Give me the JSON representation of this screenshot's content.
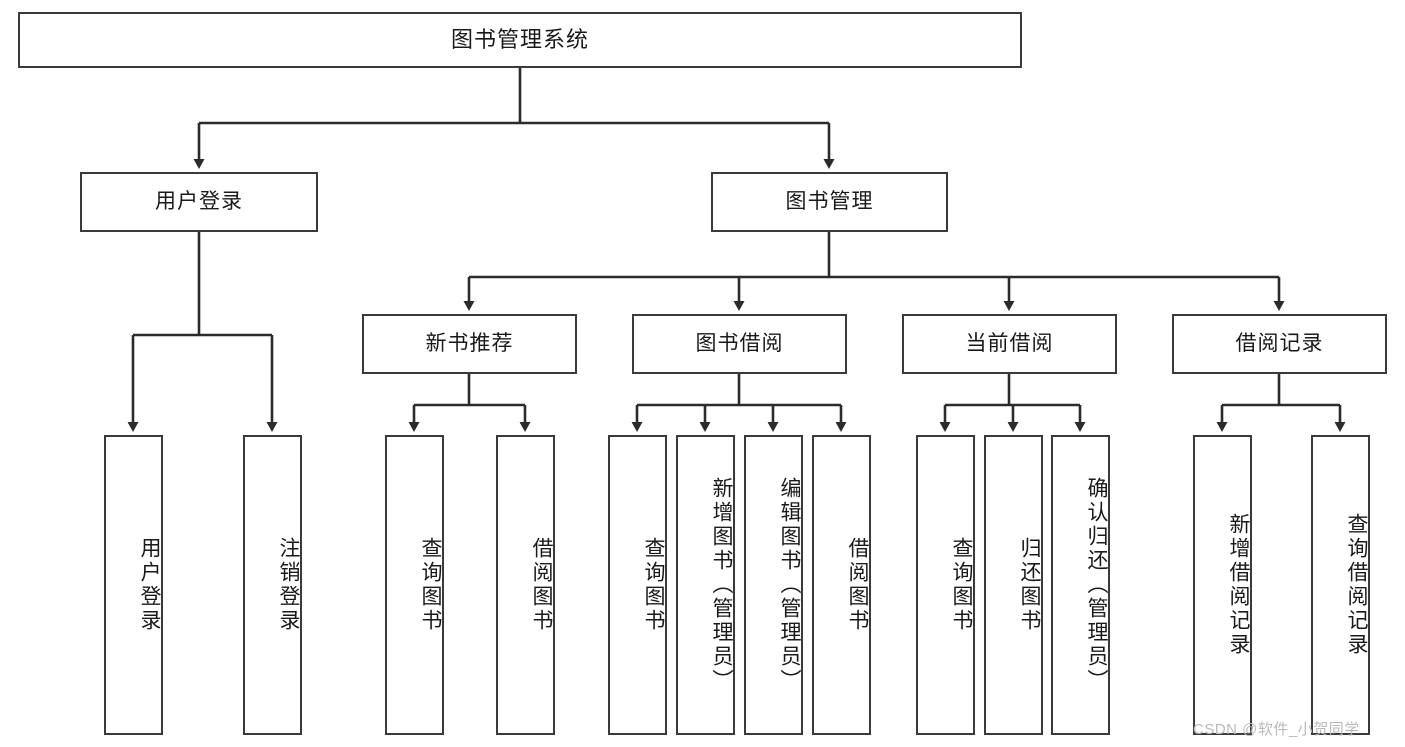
{
  "diagram": {
    "type": "tree-hierarchy",
    "title": "图书管理系统",
    "theme": {
      "background": "#ffffff",
      "box_border": "#3a3a3a",
      "box_fill": "#ffffff",
      "text": "#1a1a1a",
      "connector": "#2b2b2b",
      "watermark": "#b9b9b9"
    },
    "root": {
      "label": "图书管理系统"
    },
    "level1": [
      {
        "label": "用户登录"
      },
      {
        "label": "图书管理"
      }
    ],
    "level2": [
      {
        "label": "新书推荐"
      },
      {
        "label": "图书借阅"
      },
      {
        "label": "当前借阅"
      },
      {
        "label": "借阅记录"
      }
    ],
    "leaves": {
      "user_login": [
        {
          "label": "用户登录"
        },
        {
          "label": "注销登录"
        }
      ],
      "new_books": [
        {
          "label": "查询图书"
        },
        {
          "label": "借阅图书"
        }
      ],
      "book_borrow": [
        {
          "label": "查询图书"
        },
        {
          "label": "新增图书（管理员）"
        },
        {
          "label": "编辑图书（管理员）"
        },
        {
          "label": "借阅图书"
        }
      ],
      "current_borrow": [
        {
          "label": "查询图书"
        },
        {
          "label": "归还图书"
        },
        {
          "label": "确认归还（管理员）"
        }
      ],
      "borrow_records": [
        {
          "label": "新增借阅记录"
        },
        {
          "label": "查询借阅记录"
        }
      ]
    }
  },
  "watermark": {
    "text": "CSDN @软件_小贺同学"
  }
}
